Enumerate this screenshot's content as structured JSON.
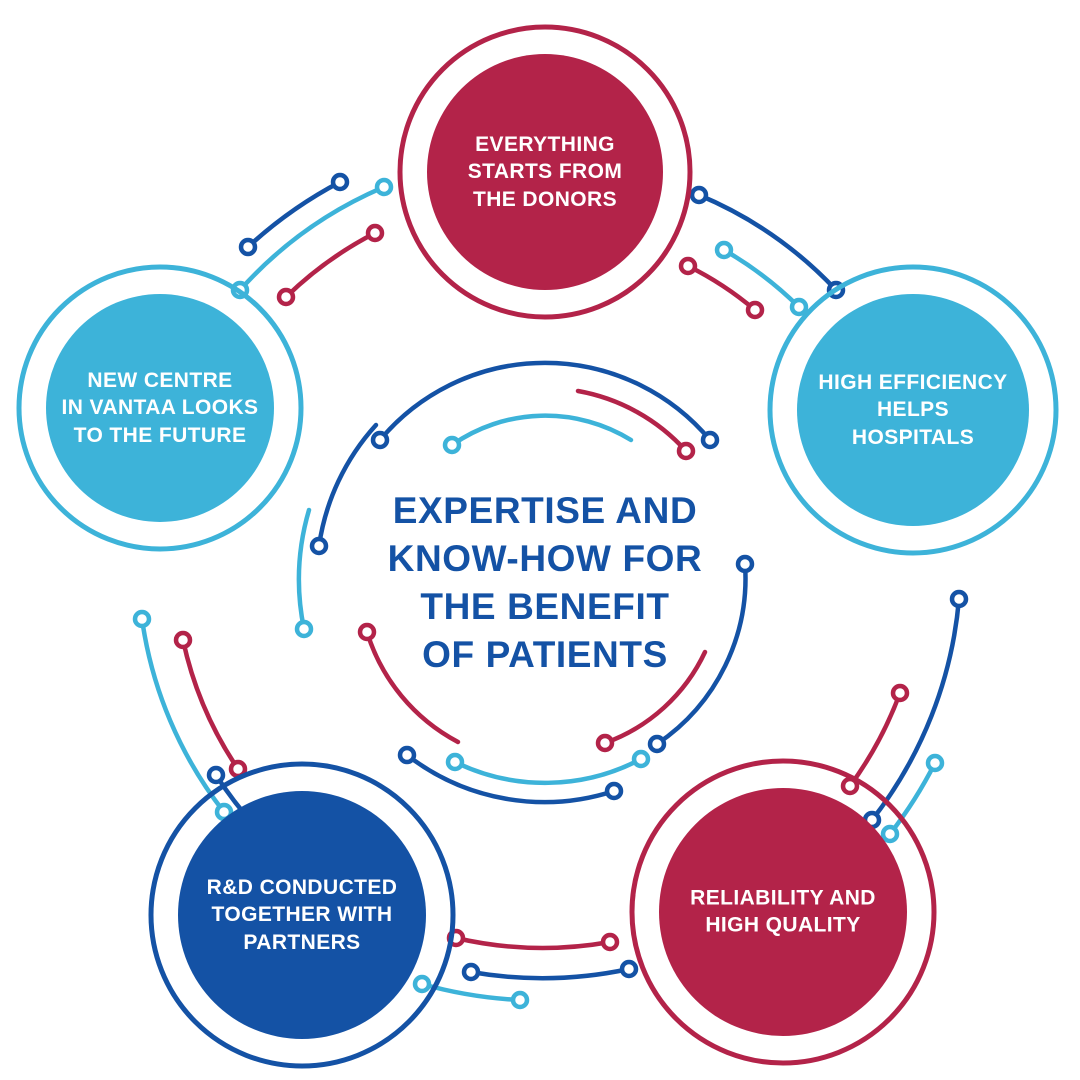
{
  "center": {
    "title": "EXPERTISE AND\nKNOW-HOW FOR\nTHE BENEFIT\nOF PATIENTS"
  },
  "nodes": [
    {
      "id": "donors",
      "label": "EVERYTHING\nSTARTS FROM\nTHE DONORS",
      "color": "#b32349"
    },
    {
      "id": "efficiency",
      "label": "HIGH EFFICIENCY\nHELPS\nHOSPITALS",
      "color": "#3db3d9"
    },
    {
      "id": "reliability",
      "label": "RELIABILITY AND\nHIGH QUALITY",
      "color": "#b32349"
    },
    {
      "id": "rnd",
      "label": "R&D CONDUCTED\nTOGETHER WITH\nPARTNERS",
      "color": "#1452a5"
    },
    {
      "id": "vantaa",
      "label": "NEW CENTRE\nIN VANTAA LOOKS\nTO THE FUTURE",
      "color": "#3db3d9"
    }
  ],
  "colors": {
    "crimson": "#b32349",
    "dark_blue": "#1452a5",
    "light_blue": "#3db3d9",
    "background": "#ffffff",
    "node_text": "#ffffff",
    "center_text": "#1452a5"
  }
}
